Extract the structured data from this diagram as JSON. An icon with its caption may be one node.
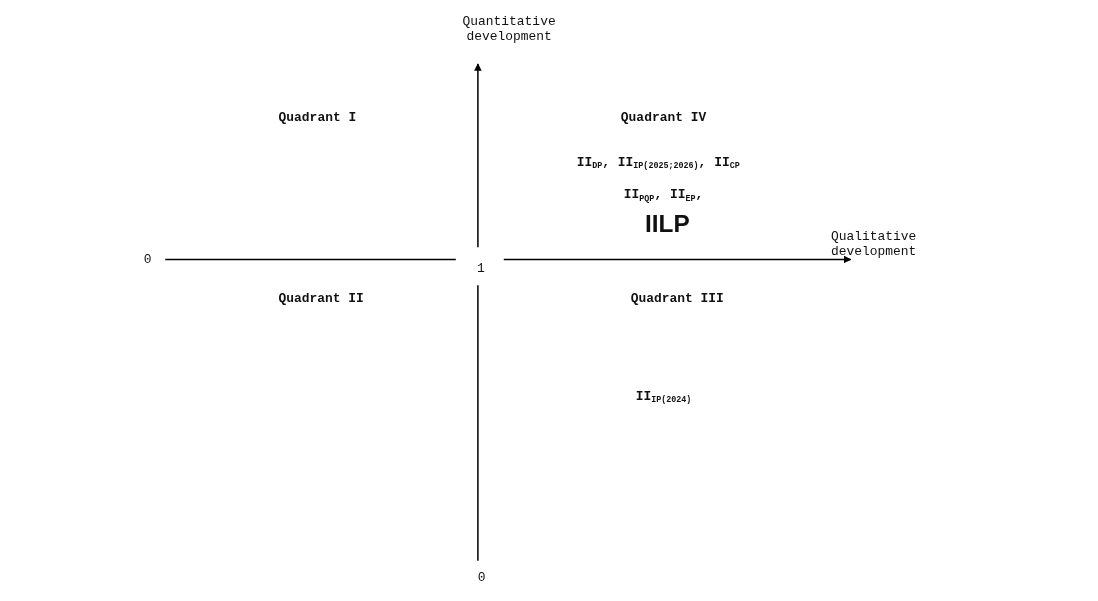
{
  "diagram": {
    "labels": [
      "Quantitative development",
      "Quadrant I",
      "Quadrant IV",
      "II$_{DP}$, II$_{IP(2025;2026)}$, II$_{CP}$",
      "II$_{PQP}$, II$_{EP}$,",
      "IILP",
      "Qualitative development",
      "0",
      "1",
      "Quadrant II",
      "Quadrant III",
      "II$_{IP(2024)}$",
      "0"
    ]
  }
}
